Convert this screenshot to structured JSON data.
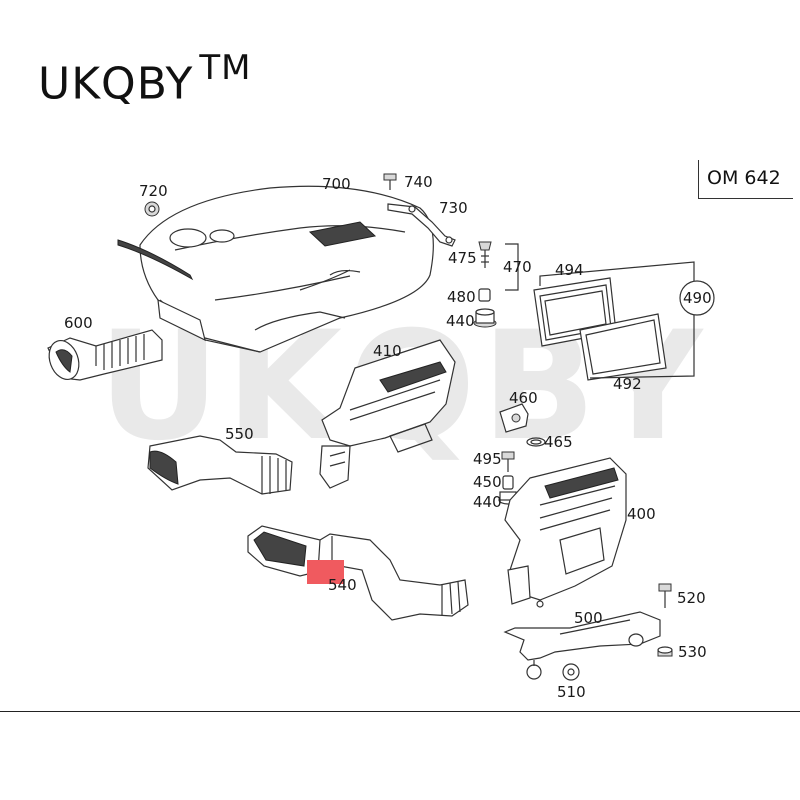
{
  "brand": {
    "text": "UKQBY",
    "tm": "TM"
  },
  "watermark": "UKQBY",
  "engine_model": "OM 642",
  "parts": {
    "p720": "720",
    "p700": "700",
    "p740": "740",
    "p730": "730",
    "p475": "475",
    "p470": "470",
    "p480": "480",
    "p440a": "440",
    "p494": "494",
    "p490": "490",
    "p492": "492",
    "p600": "600",
    "p410": "410",
    "p460": "460",
    "p465": "465",
    "p550": "550",
    "p495": "495",
    "p450": "450",
    "p440b": "440",
    "p400": "400",
    "p540": "540",
    "p520": "520",
    "p500": "500",
    "p530": "530",
    "p510": "510"
  },
  "colors": {
    "marker": "#f05a5f",
    "watermark": "#e9e9e9",
    "lines": "#333333"
  }
}
